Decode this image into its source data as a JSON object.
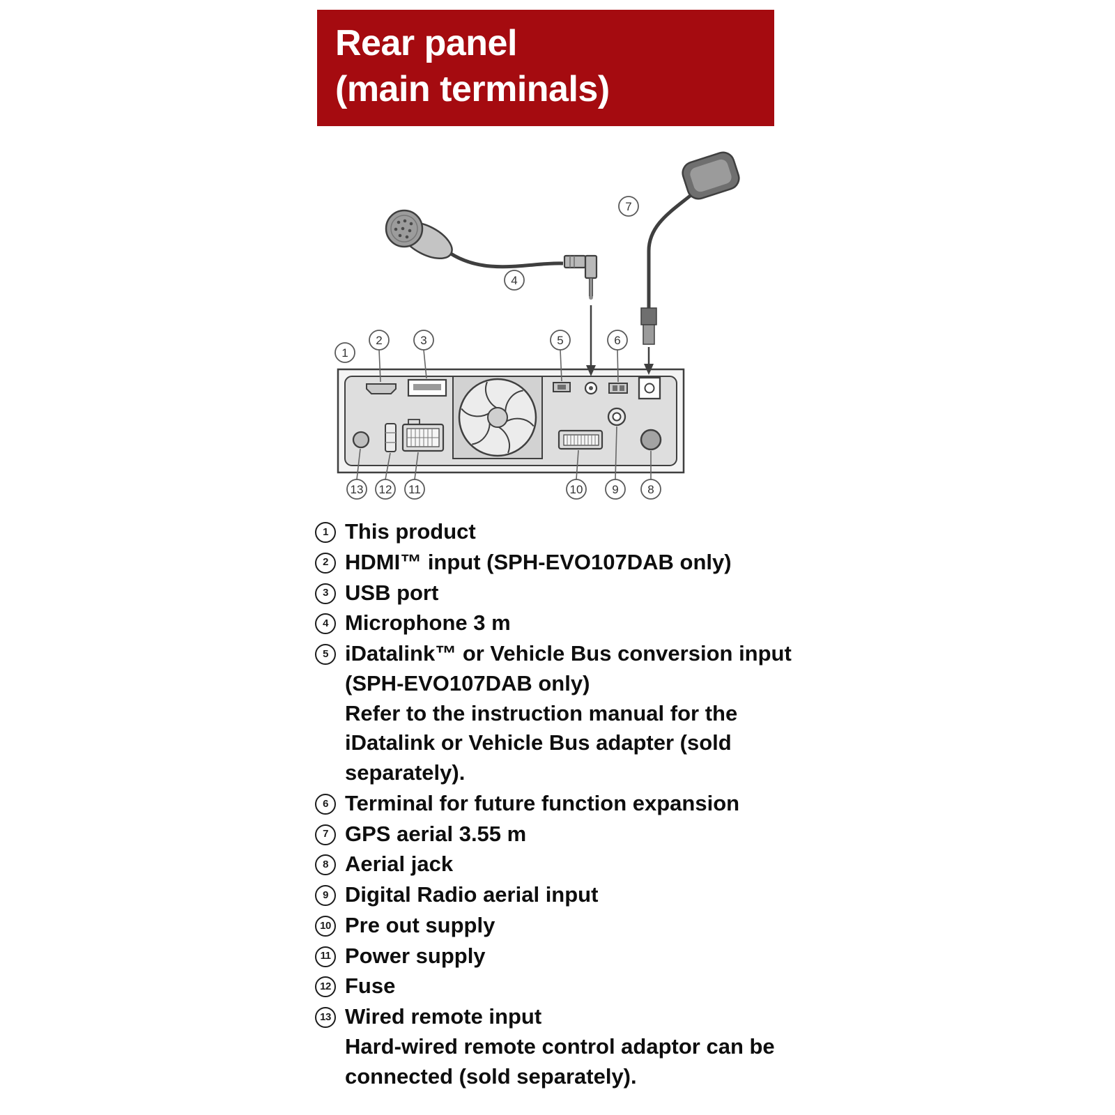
{
  "header": {
    "title_line1": "Rear panel",
    "title_line2": "(main terminals)",
    "bg_color": "#a50b10",
    "text_color": "#ffffff"
  },
  "diagram": {
    "callouts": [
      "1",
      "2",
      "3",
      "4",
      "5",
      "6",
      "7",
      "8",
      "9",
      "10",
      "11",
      "12",
      "13"
    ]
  },
  "legend": {
    "items": [
      {
        "num": "1",
        "text": "This product"
      },
      {
        "num": "2",
        "text": "HDMI™ input (SPH-EVO107DAB only)"
      },
      {
        "num": "3",
        "text": "USB port"
      },
      {
        "num": "4",
        "text": "Microphone 3 m"
      },
      {
        "num": "5",
        "text": "iDatalink™ or Vehicle Bus conversion input (SPH-EVO107DAB only)",
        "extra": "Refer to the instruction manual for the iDatalink or Vehicle Bus adapter (sold separately)."
      },
      {
        "num": "6",
        "text": "Terminal for future function expansion"
      },
      {
        "num": "7",
        "text": "GPS aerial 3.55 m"
      },
      {
        "num": "8",
        "text": "Aerial jack"
      },
      {
        "num": "9",
        "text": "Digital Radio aerial input"
      },
      {
        "num": "10",
        "text": "Pre out supply"
      },
      {
        "num": "11",
        "text": "Power supply"
      },
      {
        "num": "12",
        "text": "Fuse"
      },
      {
        "num": "13",
        "text": "Wired remote input",
        "extra": "Hard-wired remote control adaptor can be connected (sold separately)."
      }
    ]
  }
}
